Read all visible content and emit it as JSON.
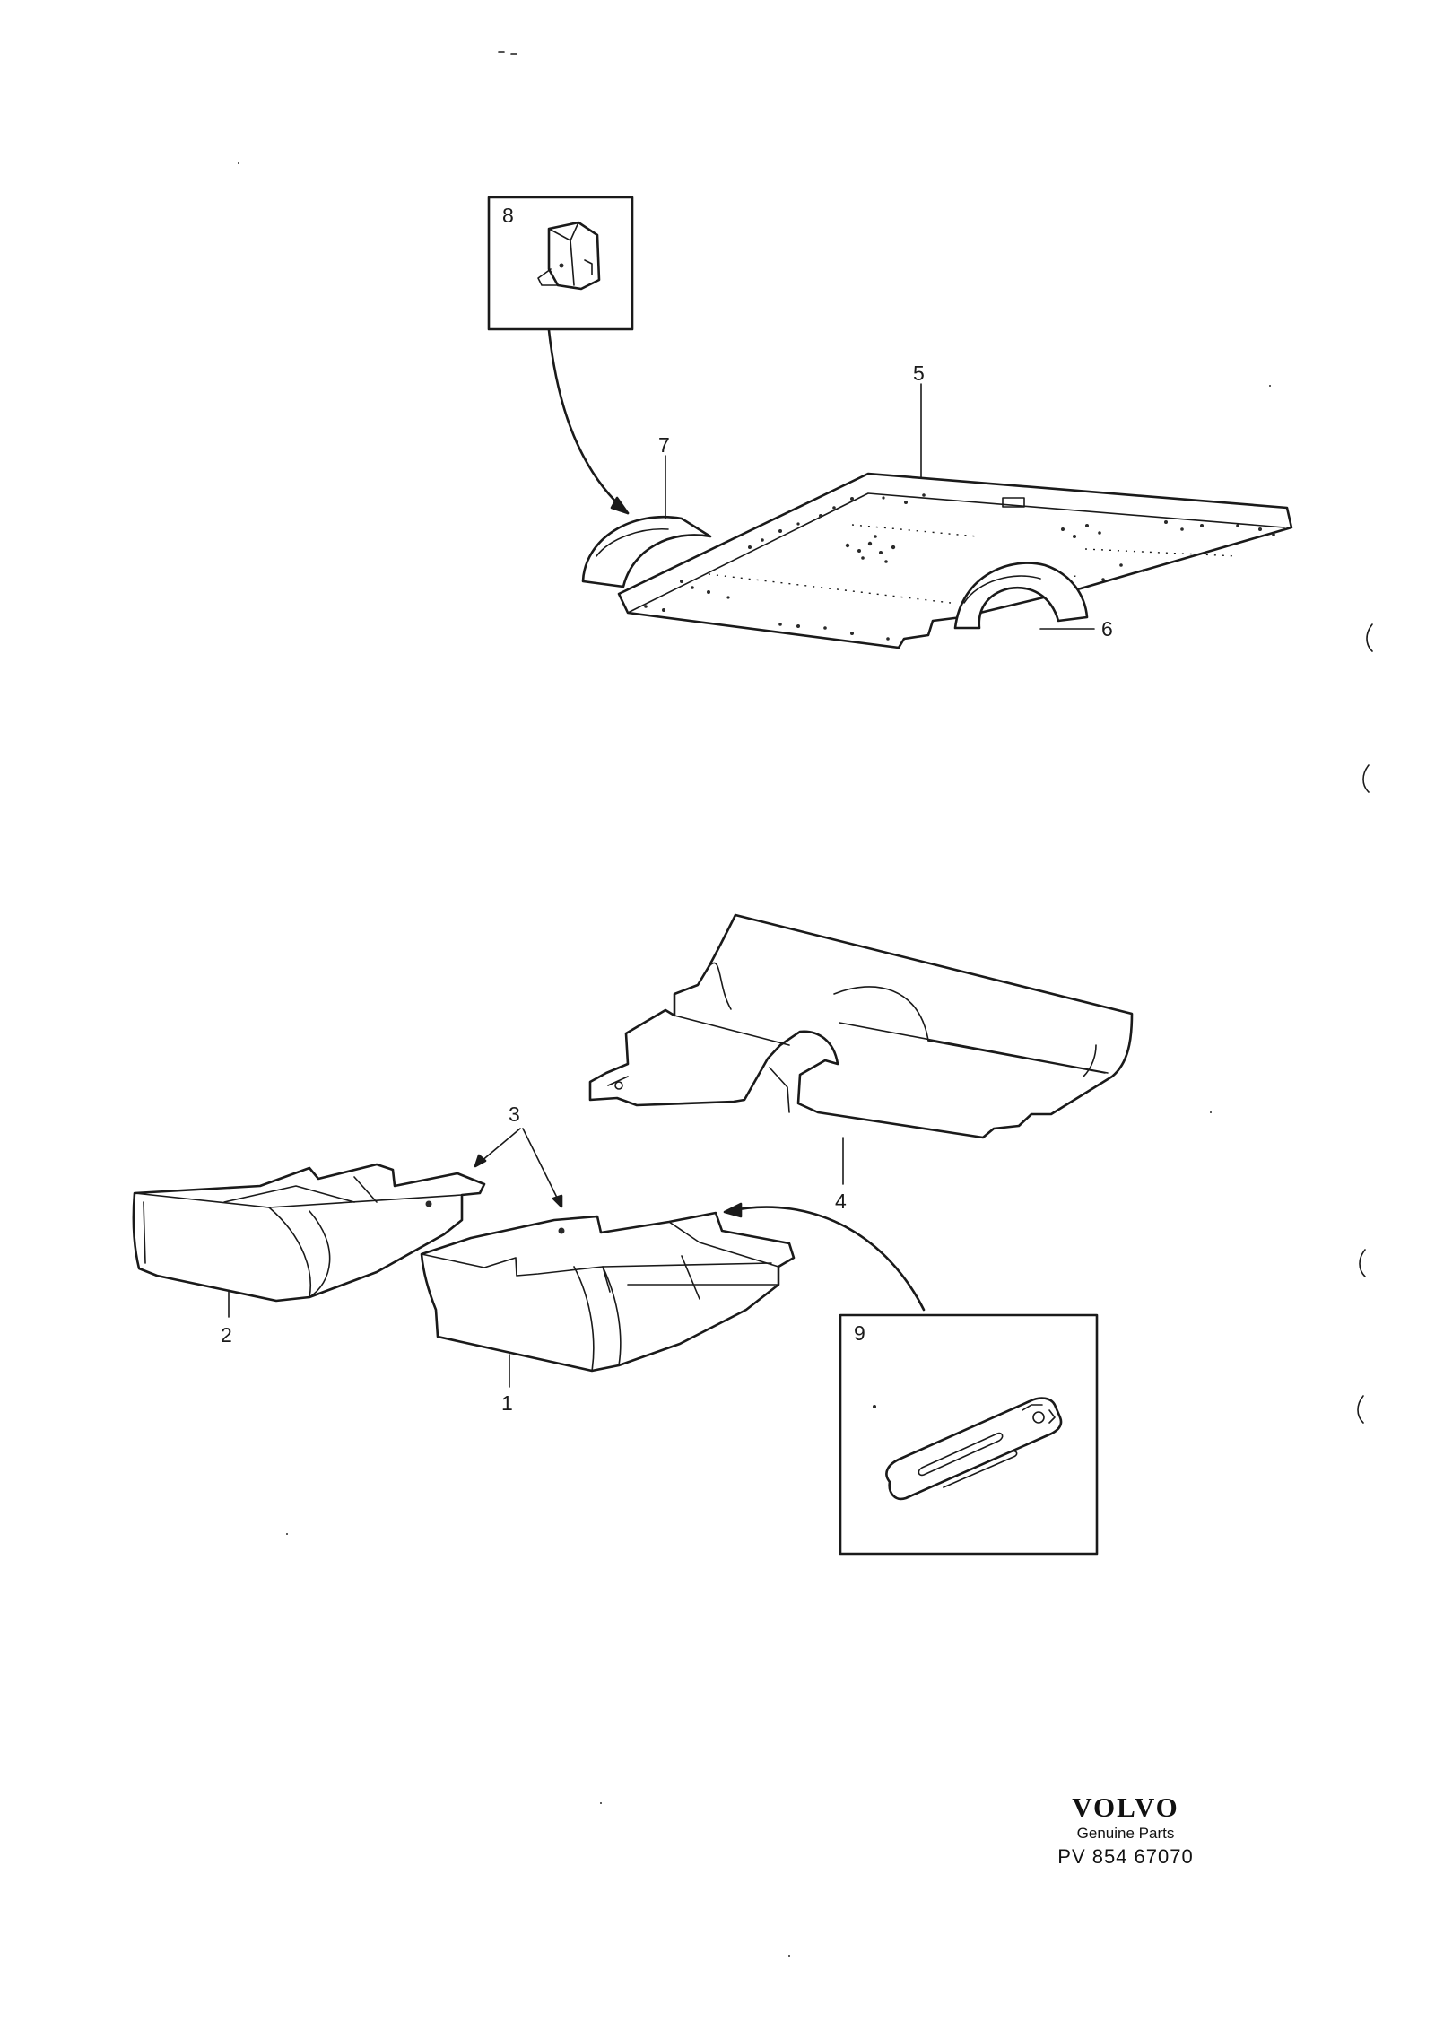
{
  "callouts": {
    "c1": "1",
    "c2": "2",
    "c3": "3",
    "c4": "4",
    "c5": "5",
    "c6": "6",
    "c7": "7",
    "c8": "8",
    "c9": "9"
  },
  "brand": {
    "logo": "VOLVO",
    "subtitle": "Genuine Parts",
    "code": "PV  854 67070"
  }
}
